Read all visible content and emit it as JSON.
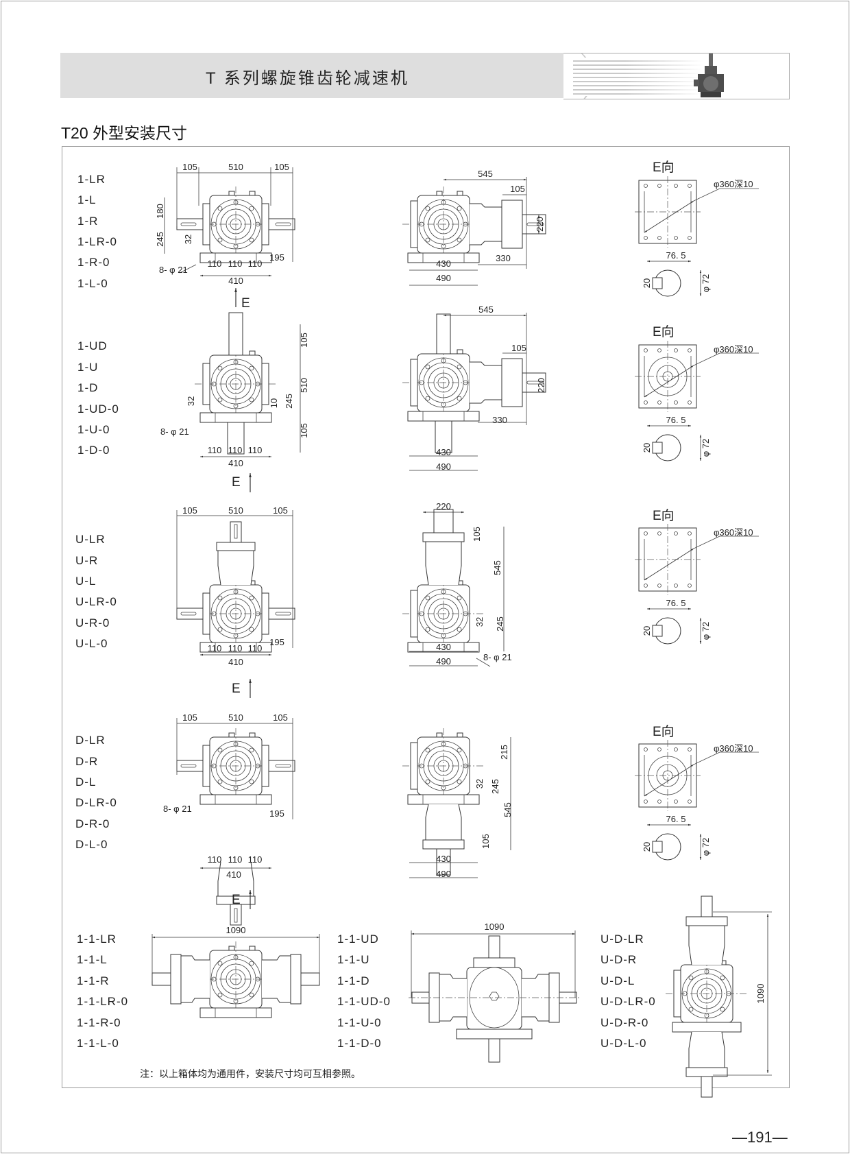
{
  "header": {
    "title": "T 系列螺旋锥齿轮减速机"
  },
  "section_title": "T20 外型安装尺寸",
  "rows": [
    {
      "labels": [
        "1-LR",
        "1-L",
        "1-R",
        "1-LR-0",
        "1-R-0",
        "1-L-0"
      ],
      "front": {
        "d_105a": "105",
        "d_510": "510",
        "d_105b": "105",
        "d_180": "180",
        "d_245": "245",
        "d_32": "32",
        "holes": "8- φ 21",
        "d_110a": "110",
        "d_110b": "110",
        "d_110c": "110",
        "d_195": "195",
        "d_410": "410",
        "e_label": "E"
      },
      "side": {
        "d_545": "545",
        "d_105": "105",
        "d_220": "220",
        "d_430": "430",
        "d_330": "330",
        "d_490": "490"
      },
      "eview": {
        "title": "E向",
        "bore": "φ360深10",
        "d_765": "76. 5",
        "d_20": "20",
        "d_72": "φ 72"
      }
    },
    {
      "labels": [
        "1-UD",
        "1-U",
        "1-D",
        "1-UD-0",
        "1-U-0",
        "1-D-0"
      ],
      "front": {
        "d_105a": "105",
        "d_510": "510",
        "d_10": "10",
        "d_245": "245",
        "d_105b": "105",
        "d_32": "32",
        "holes": "8- φ 21",
        "d_110a": "110",
        "d_110b": "110",
        "d_110c": "110",
        "d_410": "410",
        "e_label": "E"
      },
      "side": {
        "d_545": "545",
        "d_105": "105",
        "d_220": "220",
        "d_330": "330",
        "d_430": "430",
        "d_490": "490"
      },
      "eview": {
        "title": "E向",
        "bore": "φ360深10",
        "d_765": "76. 5",
        "d_20": "20",
        "d_72": "φ 72"
      }
    },
    {
      "labels": [
        "U-LR",
        "U-R",
        "U-L",
        "U-LR-0",
        "U-R-0",
        "U-L-0"
      ],
      "front": {
        "d_105a": "105",
        "d_510": "510",
        "d_105b": "105",
        "d_195": "195",
        "d_110a": "110",
        "d_110b": "110",
        "d_110c": "110",
        "d_410": "410",
        "e_label": "E"
      },
      "side": {
        "d_220": "220",
        "d_105": "105",
        "d_545": "545",
        "d_32": "32",
        "d_245": "245",
        "d_430": "430",
        "d_490": "490",
        "holes": "8- φ 21"
      },
      "eview": {
        "title": "E向",
        "bore": "φ360深10",
        "d_765": "76. 5",
        "d_20": "20",
        "d_72": "φ 72"
      }
    },
    {
      "labels": [
        "D-LR",
        "D-R",
        "D-L",
        "D-LR-0",
        "D-R-0",
        "D-L-0"
      ],
      "front": {
        "d_105a": "105",
        "d_510": "510",
        "d_105b": "105",
        "holes": "8- φ 21",
        "d_195": "195",
        "d_110a": "110",
        "d_110b": "110",
        "d_110c": "110",
        "d_410": "410",
        "e_label": "E"
      },
      "side": {
        "d_215": "215",
        "d_32": "32",
        "d_245": "245",
        "d_545": "545",
        "d_105": "105",
        "d_430": "430",
        "d_490": "490"
      },
      "eview": {
        "title": "E向",
        "bore": "φ360深10",
        "d_765": "76. 5",
        "d_20": "20",
        "d_72": "φ 72"
      }
    }
  ],
  "bottom": [
    {
      "labels": [
        "1-1-LR",
        "1-1-L",
        "1-1-R",
        "1-1-LR-0",
        "1-1-R-0",
        "1-1-L-0"
      ],
      "dim": "1090"
    },
    {
      "labels": [
        "1-1-UD",
        "1-1-U",
        "1-1-D",
        "1-1-UD-0",
        "1-1-U-0",
        "1-1-D-0"
      ],
      "dim": "1090"
    },
    {
      "labels": [
        "U-D-LR",
        "U-D-R",
        "U-D-L",
        "U-D-LR-0",
        "U-D-R-0",
        "U-D-L-0"
      ],
      "dim": "1090"
    }
  ],
  "note": "注：以上箱体均为通用件，安装尺寸均可互相参照。",
  "page_number": "—191—"
}
